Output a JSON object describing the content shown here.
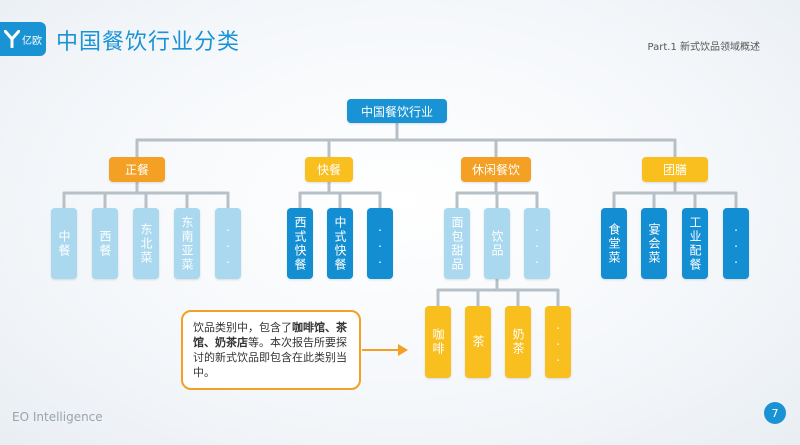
{
  "header": {
    "logo_text": "亿欧",
    "title": "中国餐饮行业分类",
    "part": "Part.1 新式饮品领域概述"
  },
  "footer": {
    "brand": "EO Intelligence",
    "page": "7"
  },
  "tree": {
    "root": "中国餐饮行业",
    "categories": [
      {
        "label": "正餐",
        "items": [
          "中餐",
          "西餐",
          "东北菜",
          "东南亚菜",
          "..."
        ]
      },
      {
        "label": "快餐",
        "items": [
          "西式快餐",
          "中式快餐",
          "..."
        ]
      },
      {
        "label": "休闲餐饮",
        "items": [
          "面包甜品",
          "饮品",
          "..."
        ]
      },
      {
        "label": "团膳",
        "items": [
          "食堂菜",
          "宴会菜",
          "工业配餐",
          "..."
        ]
      }
    ],
    "drinks": [
      "咖啡",
      "茶",
      "奶茶",
      "..."
    ]
  },
  "callout": {
    "t1": "饮品类别中，包含了",
    "b1": "咖啡馆、",
    "b2": "茶馆、奶茶店",
    "t2": "等。本次报告所要探讨的新式饮品即包含在此类别当中。"
  },
  "colors": {
    "accent": "#1a93d4",
    "yellow": "#f9bf1f",
    "orange": "#f4a025",
    "light_blue": "#a9d8ef"
  }
}
